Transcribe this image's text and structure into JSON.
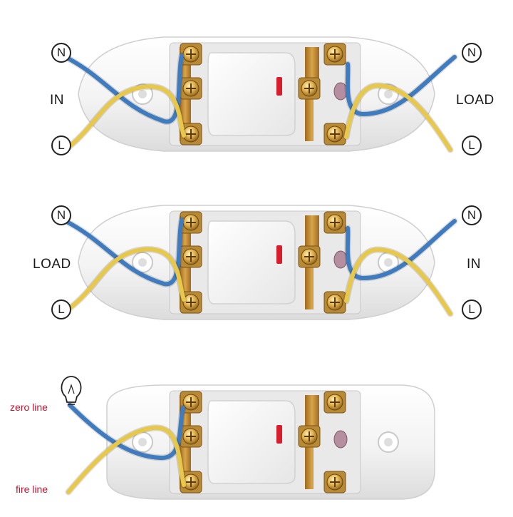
{
  "diagrams": [
    {
      "left_top_symbol": "N",
      "left_bottom_symbol": "L",
      "left_label": "IN",
      "right_top_symbol": "N",
      "right_bottom_symbol": "L",
      "right_label": "LOAD"
    },
    {
      "left_top_symbol": "N",
      "left_bottom_symbol": "L",
      "left_label": "LOAD",
      "right_top_symbol": "N",
      "right_bottom_symbol": "L",
      "right_label": "IN"
    }
  ],
  "bottom": {
    "zero_label": "zero line",
    "fire_label": "fire line",
    "bulb_icon": "light-bulb-icon"
  },
  "colors": {
    "blue_wire": "#3f7bbf",
    "yellow_wire": "#e8c84a",
    "brass": "#c89a3a",
    "housing": "#f4f4f4",
    "accent_red": "#d81e2c",
    "label_red": "#c8102e"
  }
}
